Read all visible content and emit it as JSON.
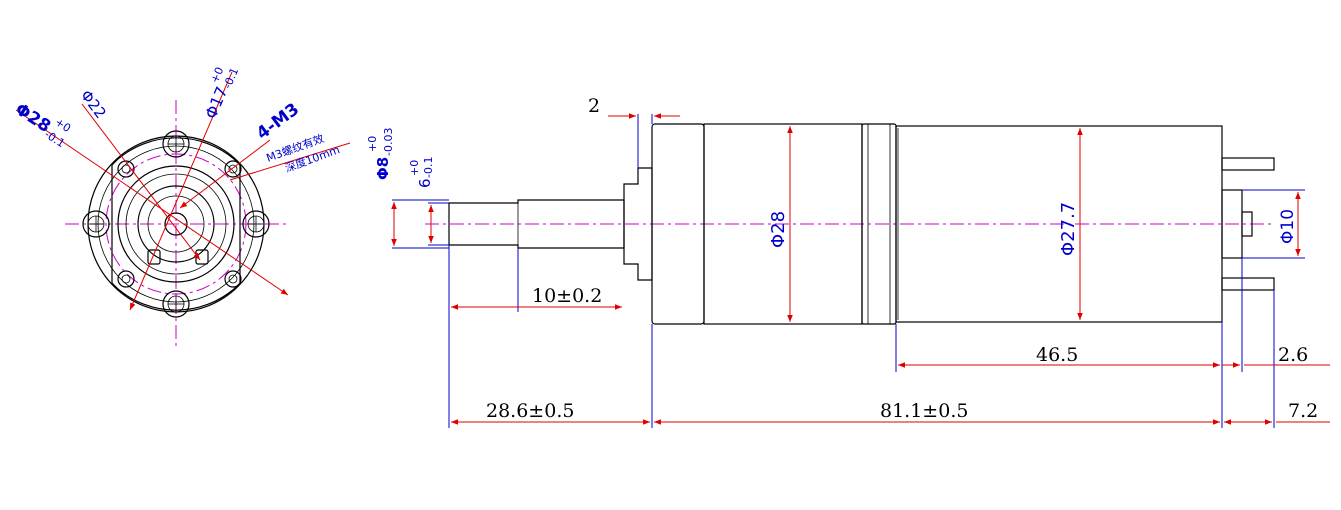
{
  "front_view": {
    "labels": {
      "d28": "Φ28",
      "d28_tol_upper": "+0",
      "d28_tol_lower": "-0.1",
      "d22": "Φ22",
      "d17": "Φ17",
      "d17_tol_upper": "+0",
      "d17_tol_lower": "-0.1",
      "m3": "4-M3",
      "thread_note_1": "M3螺纹有效",
      "thread_note_2": "深度10mm"
    }
  },
  "side_view": {
    "labels": {
      "d8": "Φ8",
      "d8_tol_upper": "+0",
      "d8_tol_lower": "-0.03",
      "flat6": "6",
      "flat6_tol_upper": "+0",
      "flat6_tol_lower": "-0.1",
      "dim_2": "2",
      "dim_d28": "Φ28",
      "dim_d27_7": "Φ27.7",
      "dim_d10": "Φ10",
      "dim_10": "10±0.2",
      "dim_46_5": "46.5",
      "dim_2_6": "2.6",
      "dim_28_6": "28.6±0.5",
      "dim_81_1": "81.1±0.5",
      "dim_7_2": "7.2"
    }
  },
  "colors": {
    "outline": "#000000",
    "dimension": "#e00000",
    "extension": "#0000cc",
    "centerline": "#cc00cc"
  }
}
